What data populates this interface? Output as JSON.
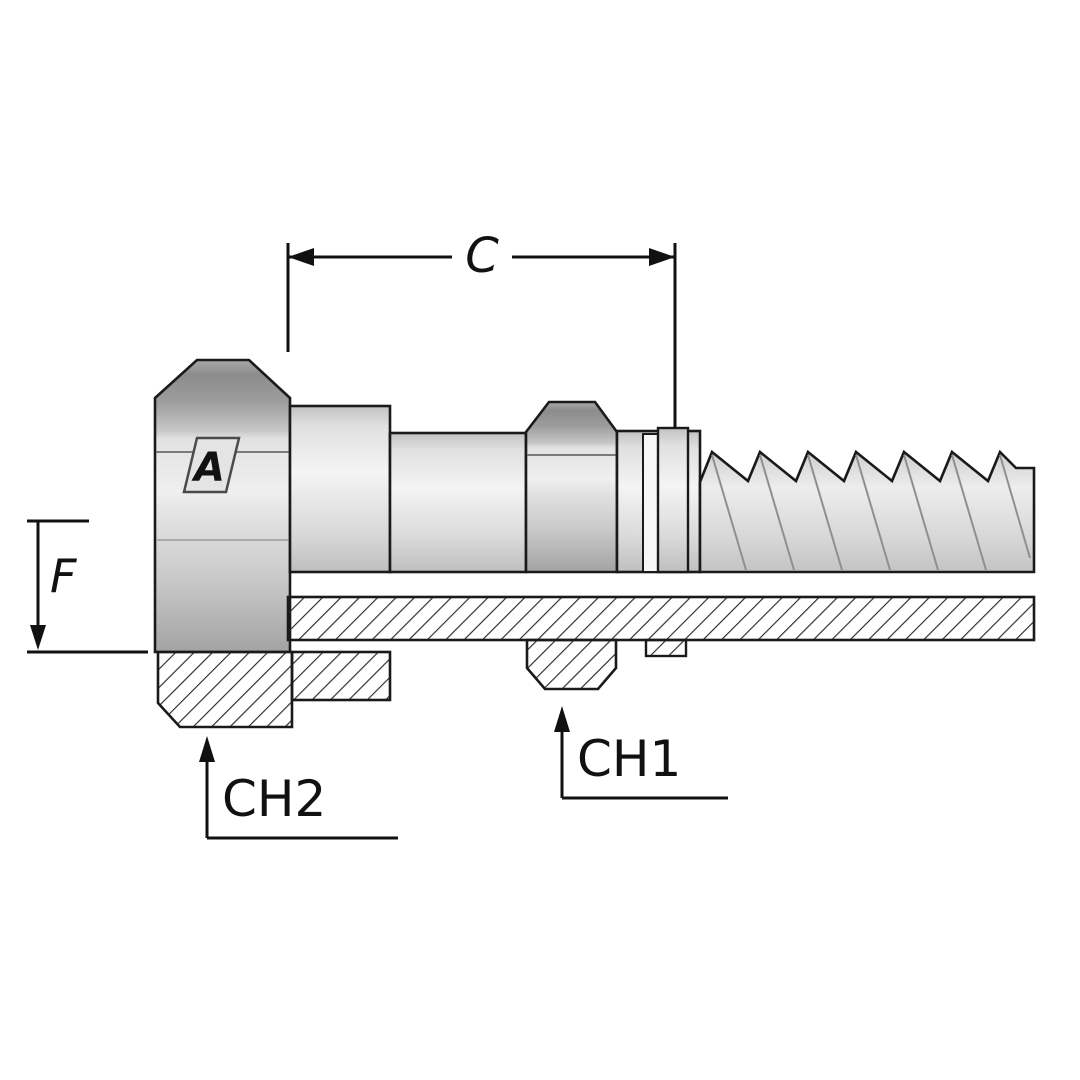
{
  "labels": {
    "c": "C",
    "f": "F",
    "ch1": "CH1",
    "ch2": "CH2",
    "logo": "A"
  },
  "colors": {
    "background": "#ffffff",
    "line": "#111111",
    "hatch": "#2b2b2b",
    "metal_light": "#f0f0f0",
    "metal_mid": "#c8c8c8",
    "metal_dark": "#909090"
  }
}
